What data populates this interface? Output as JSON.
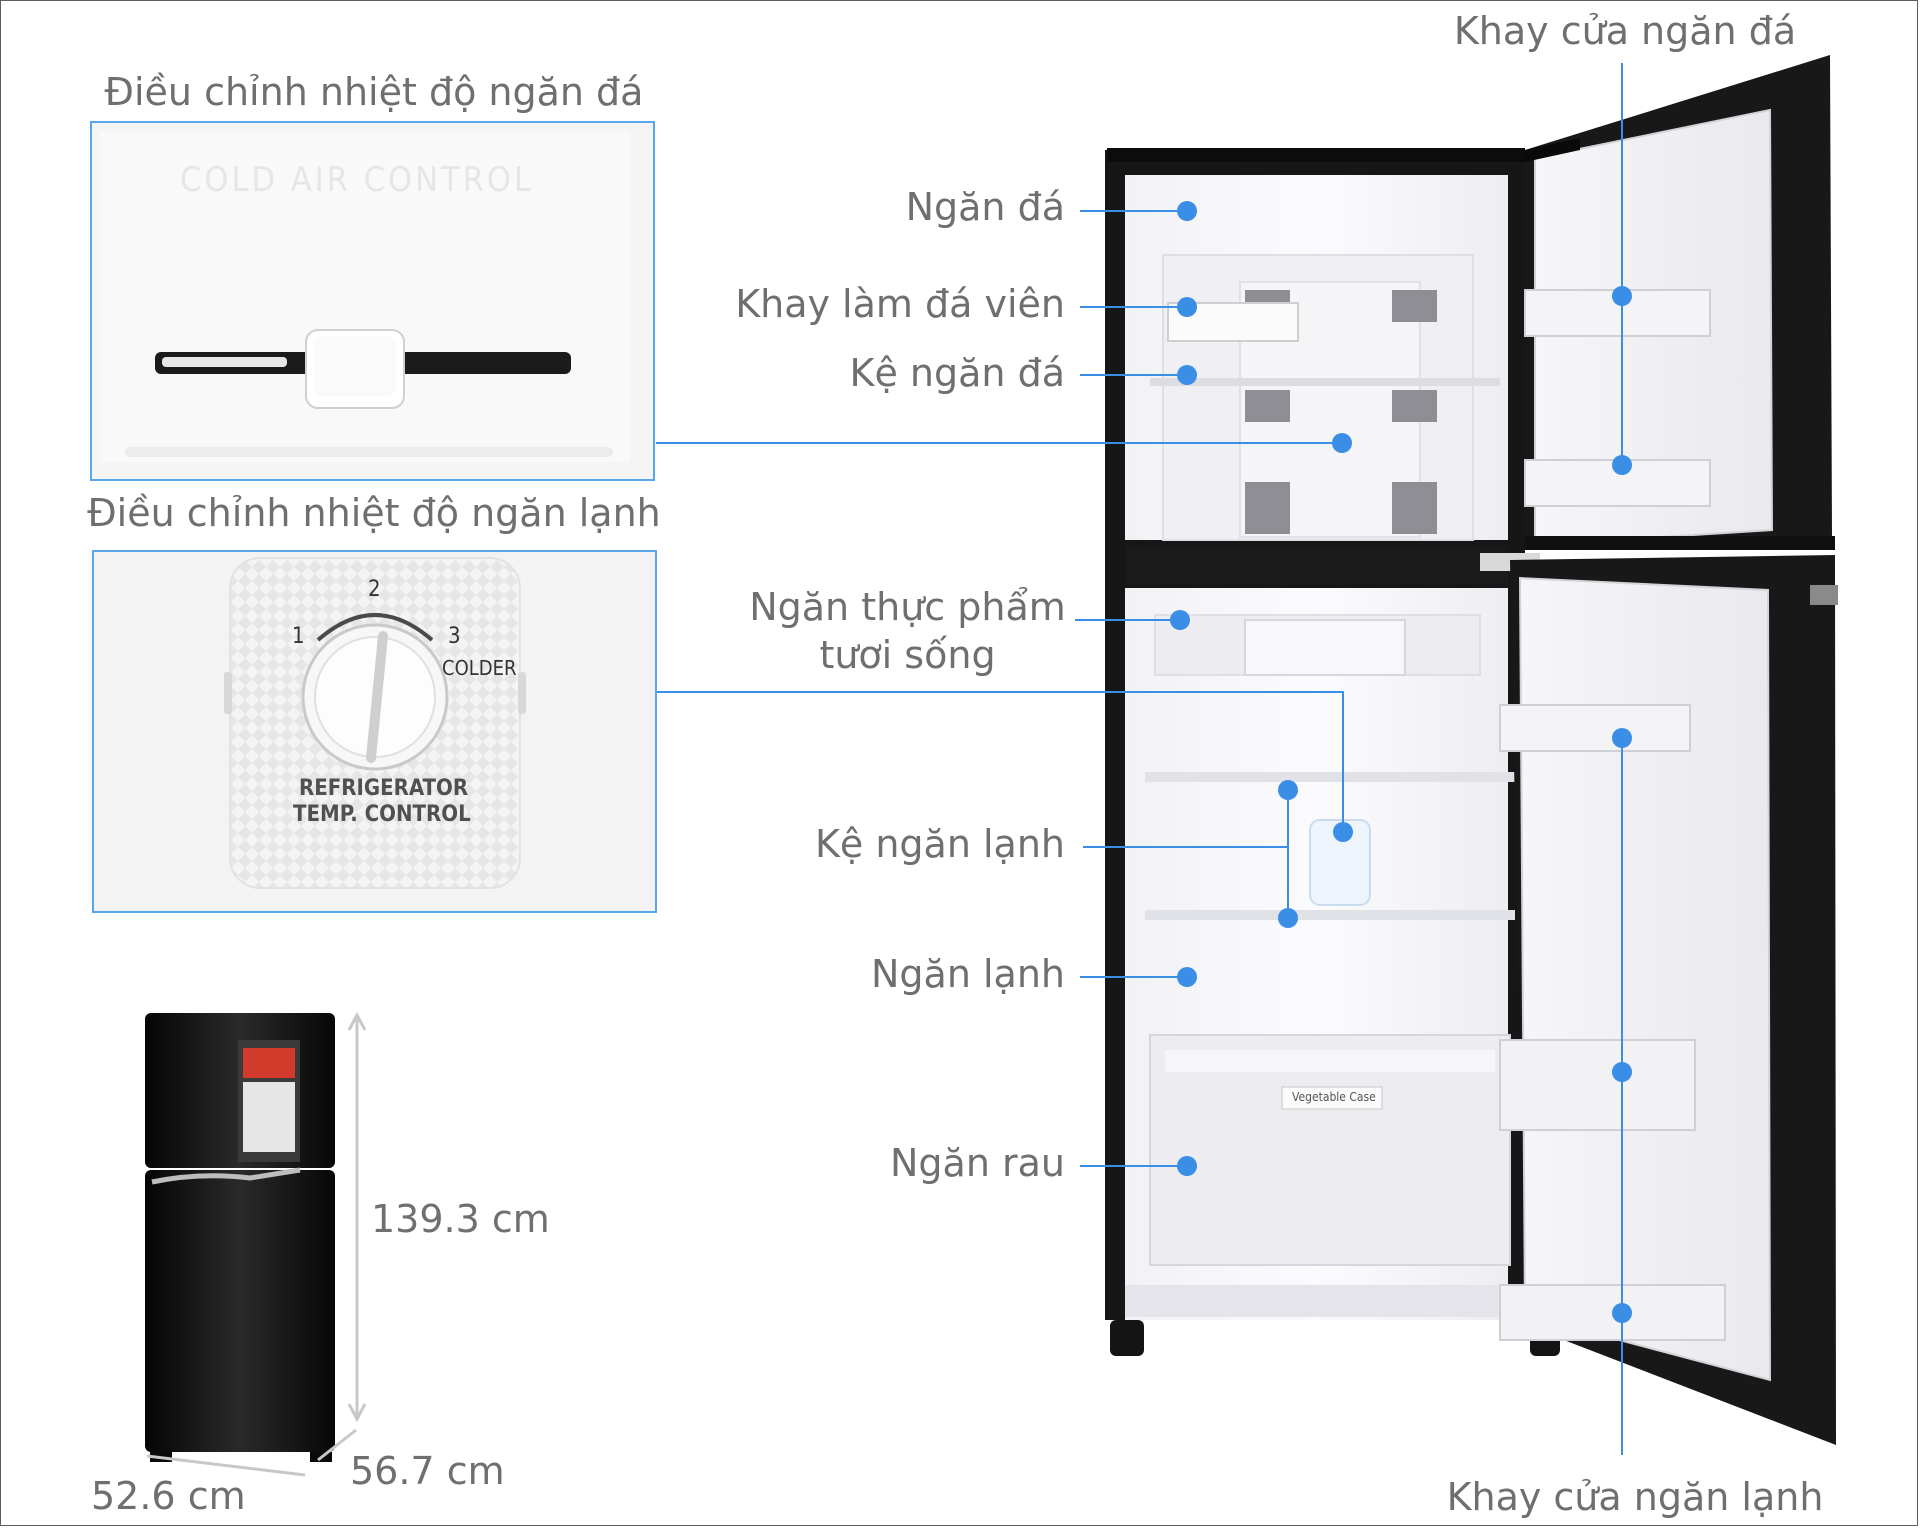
{
  "panels": {
    "freezer_control_title": "Điều chỉnh nhiệt độ ngăn đá",
    "fridge_control_title": "Điều chỉnh nhiệt độ ngăn lạnh",
    "freezer_panel_text": "COLD AIR CONTROL",
    "dial": {
      "mark_1": "1",
      "mark_2": "2",
      "mark_3": "3",
      "colder": "COLDER",
      "line1": "REFRIGERATOR",
      "line2": "TEMP. CONTROL"
    }
  },
  "callouts": {
    "freezer": "Ngăn đá",
    "ice_tray": "Khay làm đá viên",
    "freezer_shelf": "Kệ ngăn đá",
    "fresh_food": "Ngăn thực phẩm\ntươi sống",
    "fridge_shelf": "Kệ ngăn lạnh",
    "fridge": "Ngăn lạnh",
    "vegetable": "Ngăn rau",
    "freezer_door_tray": "Khay cửa ngăn đá",
    "fridge_door_tray": "Khay cửa ngăn lạnh"
  },
  "fridge_internal": {
    "vegetable_case": "Vegetable Case"
  },
  "dimensions": {
    "height": "139.3 cm",
    "width": "52.6 cm",
    "depth": "56.7 cm"
  },
  "colors": {
    "accent": "#3b8ee6",
    "label_text": "#6f6f6f",
    "fridge_body": "#141414"
  }
}
